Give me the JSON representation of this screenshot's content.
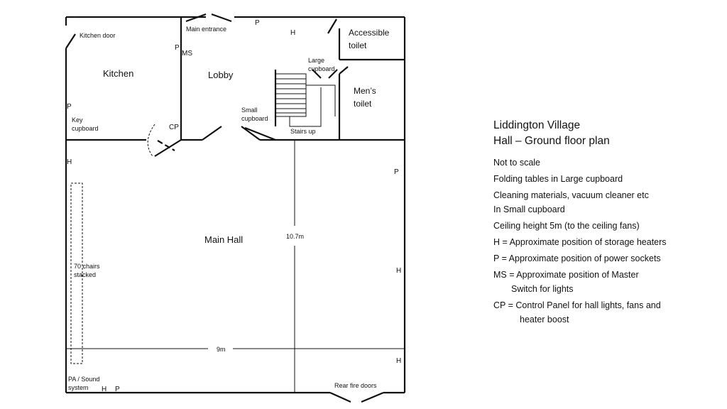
{
  "plan": {
    "rooms": {
      "kitchen": "Kitchen",
      "lobby": "Lobby",
      "accessible_toilet_1": "Accessible",
      "accessible_toilet_2": "toilet",
      "mens_toilet_1": "Men’s",
      "mens_toilet_2": "toilet",
      "main_hall": "Main Hall"
    },
    "labels": {
      "kitchen_door": "Kitchen door",
      "main_entrance": "Main entrance",
      "key_cupboard_1": "Key",
      "key_cupboard_2": "cupboard",
      "large_cupboard_1": "Large",
      "large_cupboard_2": "cupboard",
      "small_cupboard_1": "Small",
      "small_cupboard_2": "cupboard",
      "stairs_up": "Stairs up",
      "chairs_1": "70 chairs",
      "chairs_2": "stacked",
      "pa_1": "PA / Sound",
      "pa_2": "system",
      "rear_fire_doors": "Rear fire doors",
      "height_dim": "10.7m",
      "width_dim": "9m"
    },
    "markers": {
      "p": "P",
      "h": "H",
      "ms": "MS",
      "cp": "CP"
    }
  },
  "legend": {
    "title_1": "Liddington Village",
    "title_2": "Hall – Ground floor plan",
    "not_to_scale": "Not to scale",
    "folding_tables": "Folding tables in Large cupboard",
    "cleaning_1": "Cleaning materials, vacuum cleaner etc",
    "cleaning_2": "In Small cupboard",
    "ceiling": "Ceiling height 5m (to the ceiling fans)",
    "h_key": "H = Approximate position of storage heaters",
    "p_key": "P = Approximate position of power sockets",
    "ms_key_1": "MS = Approximate position of Master",
    "ms_key_2": "Switch for lights",
    "cp_key_1": "CP =  Control Panel for hall lights, fans and",
    "cp_key_2": "heater boost"
  }
}
